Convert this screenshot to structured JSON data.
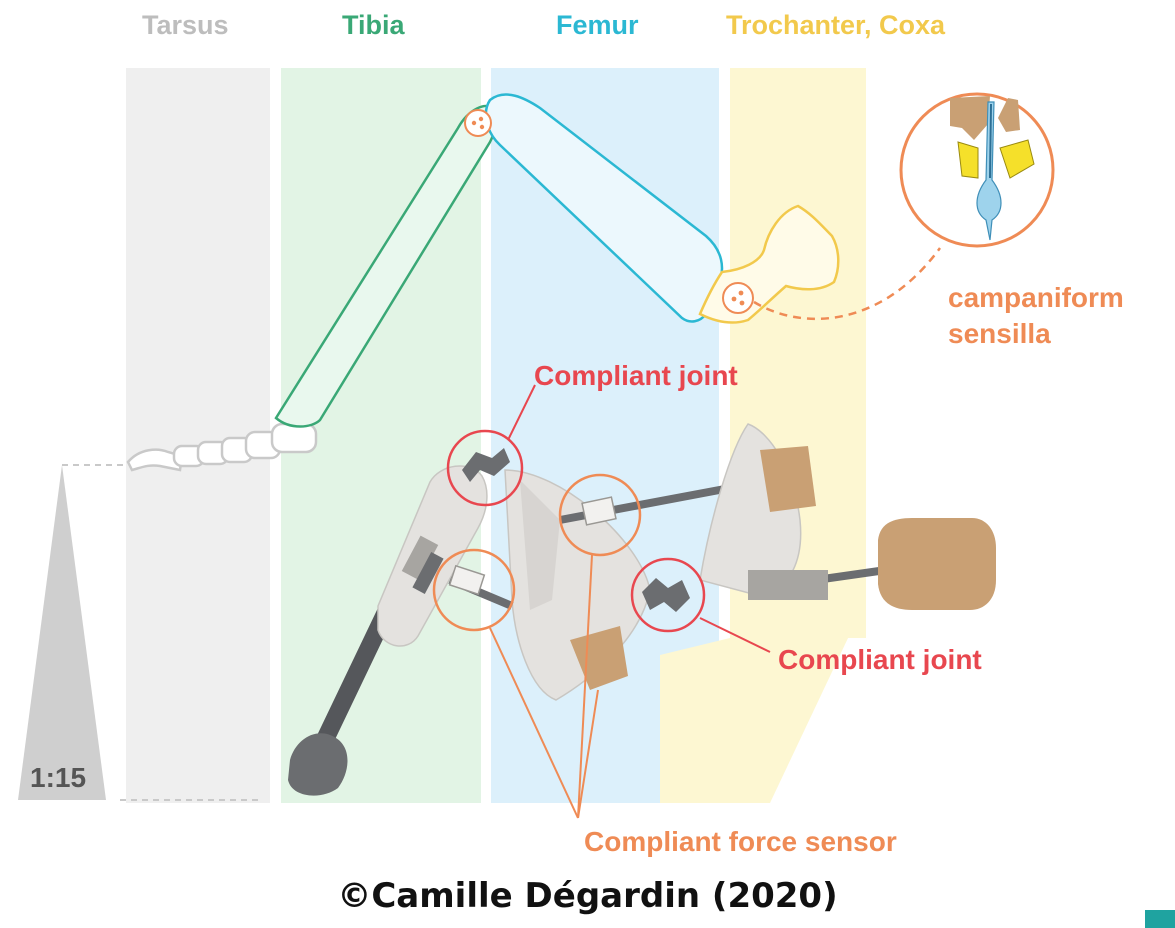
{
  "segments": {
    "tarsus": {
      "label": "Tarsus",
      "color": "#bdbdbd",
      "band": "#efefef"
    },
    "tibia": {
      "label": "Tibia",
      "color": "#3aa876",
      "band": "#e2f4e5"
    },
    "femur": {
      "label": "Femur",
      "color": "#2bb8d3",
      "band": "#dcf0fb"
    },
    "trochanter_coxa": {
      "label": "Trochanter, Coxa",
      "color": "#f2c94c",
      "band": "#fdf7d2"
    }
  },
  "annotations": {
    "sensilla_line1": "campaniform",
    "sensilla_line2": "sensilla",
    "compliant_joint_top": "Compliant joint",
    "compliant_joint_right": "Compliant joint",
    "force_sensor": "Compliant force sensor"
  },
  "scale": {
    "label": "1:15"
  },
  "credit": "©Camille Dégardin (2020)",
  "colors": {
    "joint_red": "#e8474f",
    "sensor_orange": "#ef8b55",
    "robot_body": "#e4e2df",
    "rod": "#55575b",
    "wood_block": "#c9a074",
    "accent_teal": "#1fa3a0"
  }
}
